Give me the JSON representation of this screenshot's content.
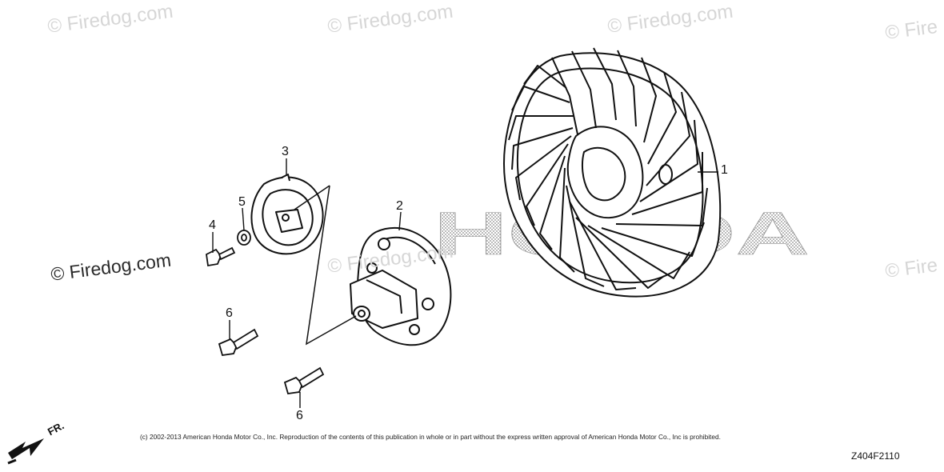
{
  "watermarks": {
    "items": [
      "© Firedog.com",
      "© Firedog.com",
      "© Firedog.com",
      "© Fire",
      "© Firedog.com",
      "© Fire"
    ],
    "featured": "© Firedog.com"
  },
  "brand": {
    "logo_text": "HONDA",
    "logo_color": "#9a9a9a"
  },
  "callouts": [
    "1",
    "2",
    "3",
    "4",
    "5",
    "6",
    "6"
  ],
  "footer": {
    "copyright": "(c) 2002-2013 American Honda Motor Co., Inc. Reproduction of the contents of this publication in whole or in part without the express written approval of American Honda Motor Co., Inc is prohibited.",
    "part_code": "Z404F2110",
    "direction_label": "FR."
  },
  "colors": {
    "line": "#111111",
    "watermark": "#d6d6d6",
    "background": "#ffffff"
  }
}
